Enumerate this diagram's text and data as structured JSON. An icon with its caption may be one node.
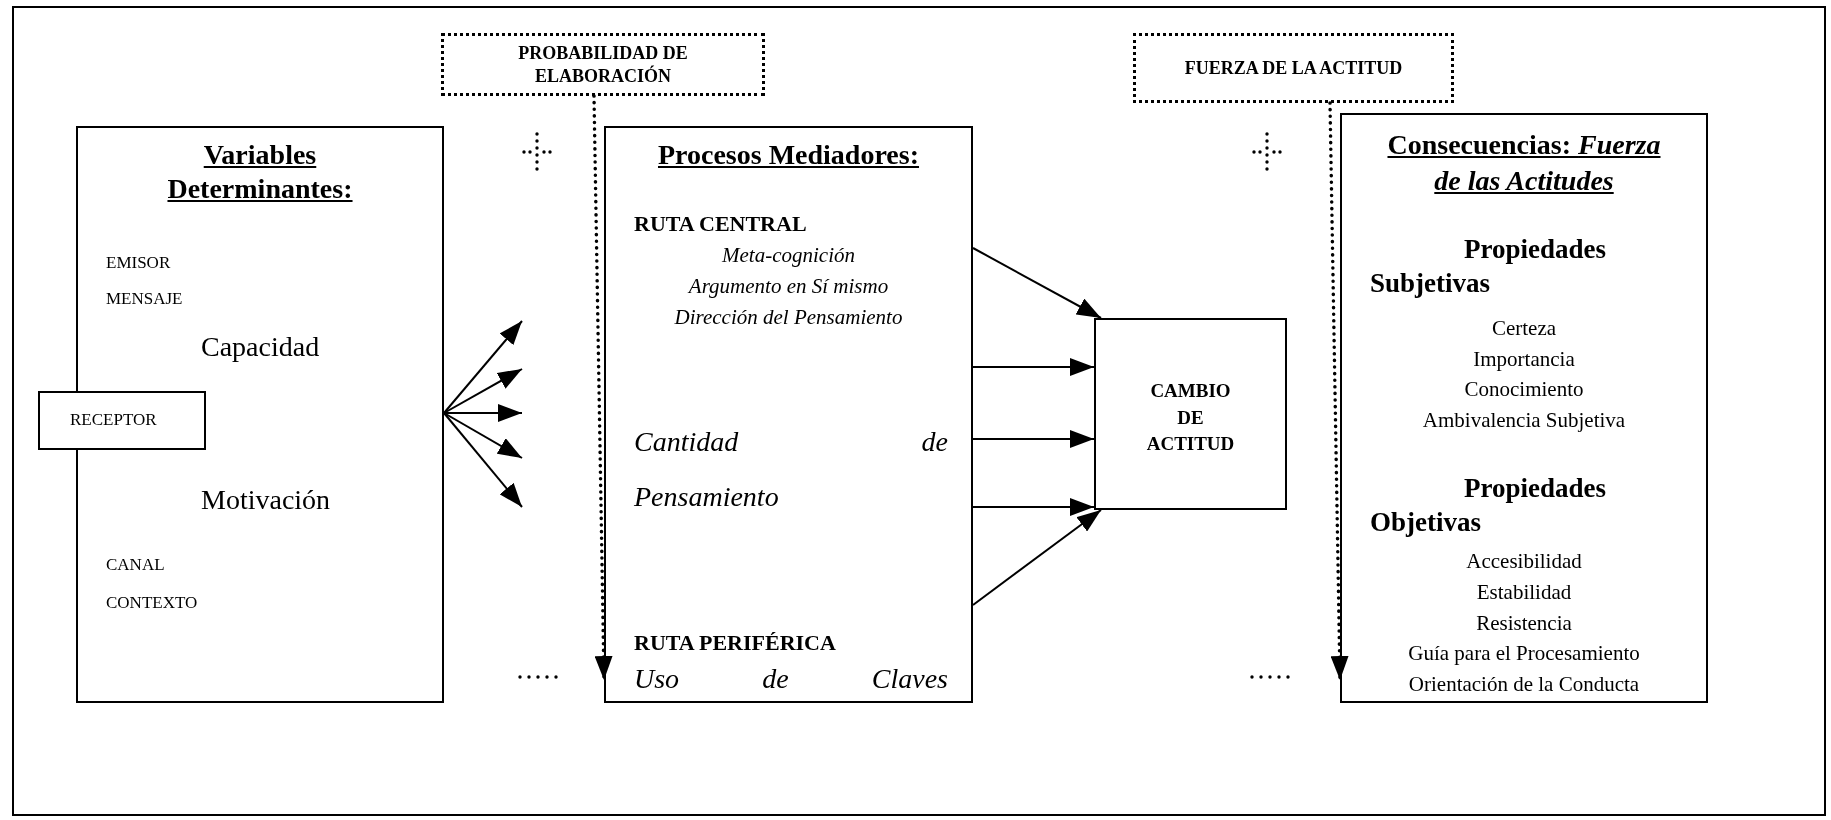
{
  "diagram": {
    "nodes": [
      {
        "text": [
          "PROBABILIDAD DE ELABORACIÓN"
        ]
      },
      {
        "text": [
          "FUERZA DE LA ACTITUD"
        ]
      },
      {
        "text": [
          "Variables Determinantes:",
          "EMISOR",
          "MENSAJE",
          "Capacidad",
          "Motivación",
          "CANAL",
          "CONTEXTO"
        ]
      },
      {
        "text": [
          "RECEPTOR"
        ]
      },
      {
        "text": [
          "Procesos Mediadores:",
          "RUTA CENTRAL",
          "Meta-cognición",
          "Argumento en Sí mismo",
          "Dirección del Pensamiento",
          "Cantidad de Pensamiento",
          "RUTA PERIFÉRICA",
          "Uso de Claves"
        ]
      },
      {
        "text": [
          "CAMBIO DE ACTITUD"
        ]
      },
      {
        "text": [
          "Consecuencias: *Fuerza de las Actitudes*",
          "Propiedades Subjetivas",
          "Certeza",
          "Importancia",
          "Conocimiento",
          "Ambivalencia Subjetiva",
          "Propiedades Objetivas",
          "Accesibilidad",
          "Estabilidad",
          "Resistencia",
          "Guía para el Procesamiento",
          "Orientación de la Conducta"
        ]
      }
    ],
    "edges": [
      {
        "from": 2,
        "to": null,
        "arrow": "to"
      },
      {
        "from": 2,
        "to": null,
        "arrow": "to"
      },
      {
        "from": 2,
        "to": null,
        "arrow": "to"
      },
      {
        "from": 2,
        "to": null,
        "arrow": "to"
      },
      {
        "from": 2,
        "to": null,
        "arrow": "to"
      },
      {
        "from": 4,
        "to": 5,
        "arrow": "to"
      },
      {
        "from": 4,
        "to": 5,
        "arrow": "to"
      },
      {
        "from": 4,
        "to": 5,
        "arrow": "to"
      },
      {
        "from": 4,
        "to": 5,
        "arrow": "to"
      },
      {
        "from": 4,
        "to": 5,
        "arrow": "to"
      },
      {
        "from": 0,
        "to": 4,
        "arrow": "to",
        "style": "dashed"
      },
      {
        "from": 1,
        "to": 6,
        "arrow": "to",
        "style": "dashed"
      }
    ]
  }
}
